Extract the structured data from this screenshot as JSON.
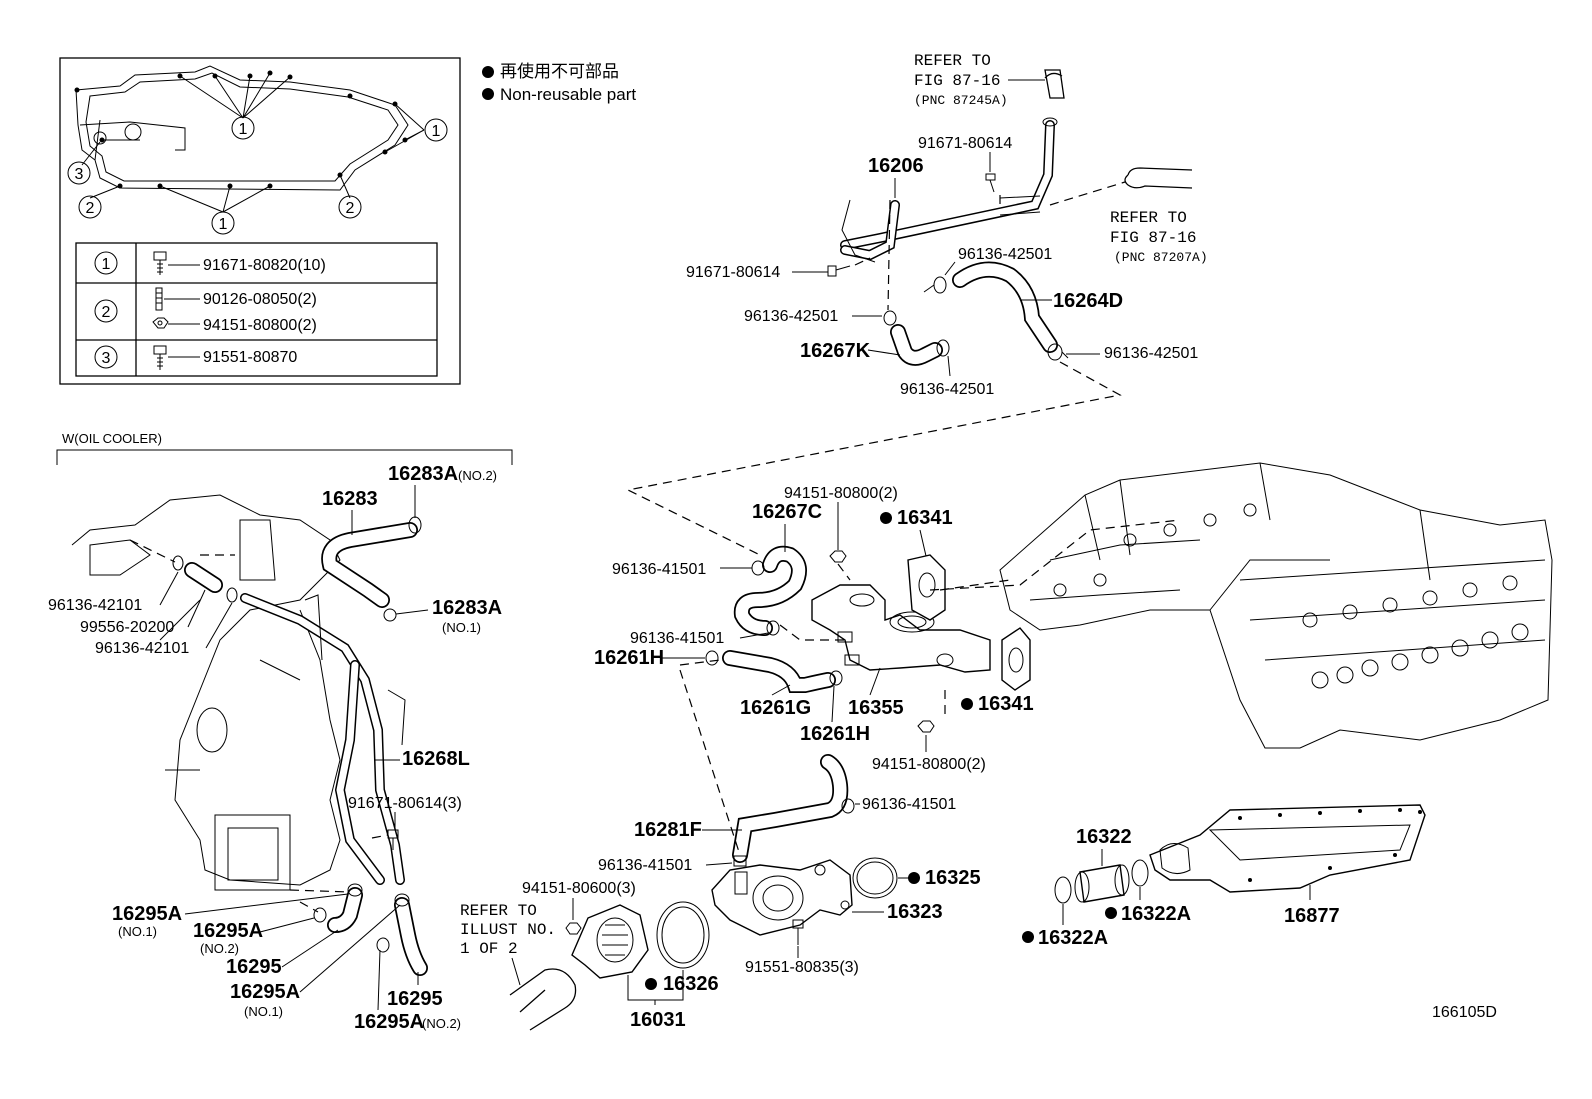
{
  "legend": {
    "line1": "再使用不可部品",
    "line2": "Non-reusable part"
  },
  "inset": {
    "table": [
      {
        "num": "1",
        "parts": [
          "91671-80820(10)"
        ]
      },
      {
        "num": "2",
        "parts": [
          "90126-08050(2)",
          "94151-80800(2)"
        ]
      },
      {
        "num": "3",
        "parts": [
          "91551-80870"
        ]
      }
    ],
    "callouts": [
      "1",
      "1",
      "1",
      "2",
      "2",
      "3"
    ]
  },
  "section_label": "W(OIL COOLER)",
  "refer_top1": [
    "REFER TO",
    "FIG 87-16",
    "(PNC 87245A)"
  ],
  "refer_top2": [
    "REFER TO",
    "FIG 87-16",
    "(PNC 87207A)"
  ],
  "refer_illust": [
    "REFER TO",
    "ILLUST NO.",
    "1 OF 2"
  ],
  "labels": {
    "p91671_80614_a": "91671-80614",
    "p16206": "16206",
    "p91671_80614_b": "91671-80614",
    "p96136_42501_a": "96136-42501",
    "p16264D": "16264D",
    "p96136_42501_b": "96136-42501",
    "p16267K": "16267K",
    "p96136_42501_c": "96136-42501",
    "p96136_42501_d": "96136-42501",
    "p16283A_no2": "16283A",
    "p16283A_no2_sub": "(NO.2)",
    "p16283": "16283",
    "p96136_42101_a": "96136-42101",
    "p99556_20200": "99556-20200",
    "p96136_42101_b": "96136-42101",
    "p16283A_no1": "16283A",
    "p16283A_no1_sub": "(NO.1)",
    "p16268L": "16268L",
    "p91671_80614_3": "91671-80614(3)",
    "p16295A_1": "16295A",
    "p16295A_1_sub": "(NO.1)",
    "p16295A_2": "16295A",
    "p16295A_2_sub": "(NO.2)",
    "p16295_a": "16295",
    "p16295A_3": "16295A",
    "p16295A_3_sub": "(NO.1)",
    "p16295_b": "16295",
    "p16295A_4": "16295A",
    "p16295A_4_sub": "(NO.2)",
    "p94151_80800_a": "94151-80800(2)",
    "p16267C": "16267C",
    "p16341_a": "16341",
    "p96136_41501_a": "96136-41501",
    "p96136_41501_b": "96136-41501",
    "p16261H_a": "16261H",
    "p16261G": "16261G",
    "p16355": "16355",
    "p16341_b": "16341",
    "p16261H_b": "16261H",
    "p94151_80800_b": "94151-80800(2)",
    "p96136_41501_c": "96136-41501",
    "p16281F": "16281F",
    "p96136_41501_d": "96136-41501",
    "p94151_80600": "94151-80600(3)",
    "p16325": "16325",
    "p16323": "16323",
    "p91551_80835": "91551-80835(3)",
    "p16326": "16326",
    "p16031": "16031",
    "p16322": "16322",
    "p16322A_a": "16322A",
    "p16322A_b": "16322A",
    "p16877": "16877"
  },
  "figure_code": "166105D"
}
